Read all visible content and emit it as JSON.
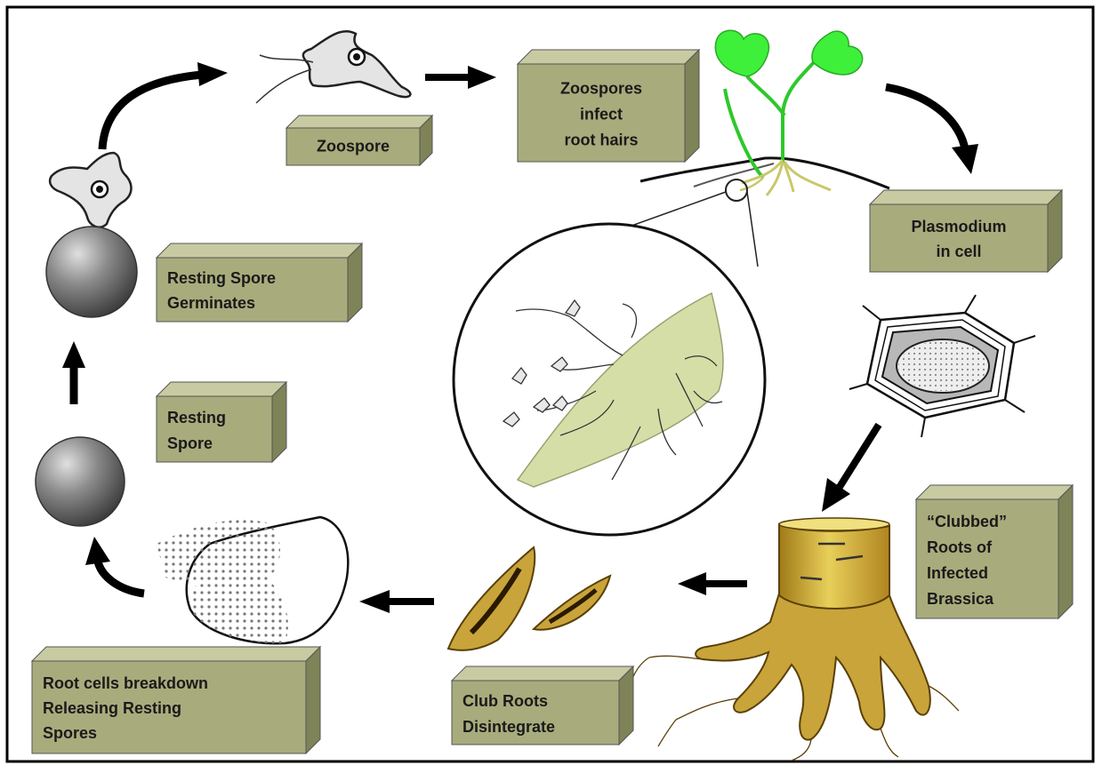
{
  "labels": {
    "zoospore": [
      "Zoospore"
    ],
    "zoospores_infect": [
      "Zoospores",
      "infect",
      "root hairs"
    ],
    "plasmodium": [
      "Plasmodium",
      "in cell"
    ],
    "resting_germinates": [
      "Resting Spore",
      "Germinates"
    ],
    "resting_spore": [
      "Resting",
      "Spore"
    ],
    "clubbed_roots": [
      "“Clubbed”",
      "Roots of",
      "Infected",
      "Brassica"
    ],
    "club_roots_disintegrate": [
      "Club Roots",
      "Disintegrate"
    ],
    "root_cells_breakdown": [
      "Root cells breakdown",
      "Releasing Resting",
      "Spores"
    ]
  },
  "colors": {
    "box_face": "#a8ac7c",
    "box_top": "#c8cba2",
    "box_side": "#7f8358",
    "seedling_leaf": "#3ef03a",
    "root_hair_tissue": "#d6dea8",
    "club_root": "#c9a43a",
    "spore_gray": "#7a7a7a",
    "arrow": "#000000"
  }
}
